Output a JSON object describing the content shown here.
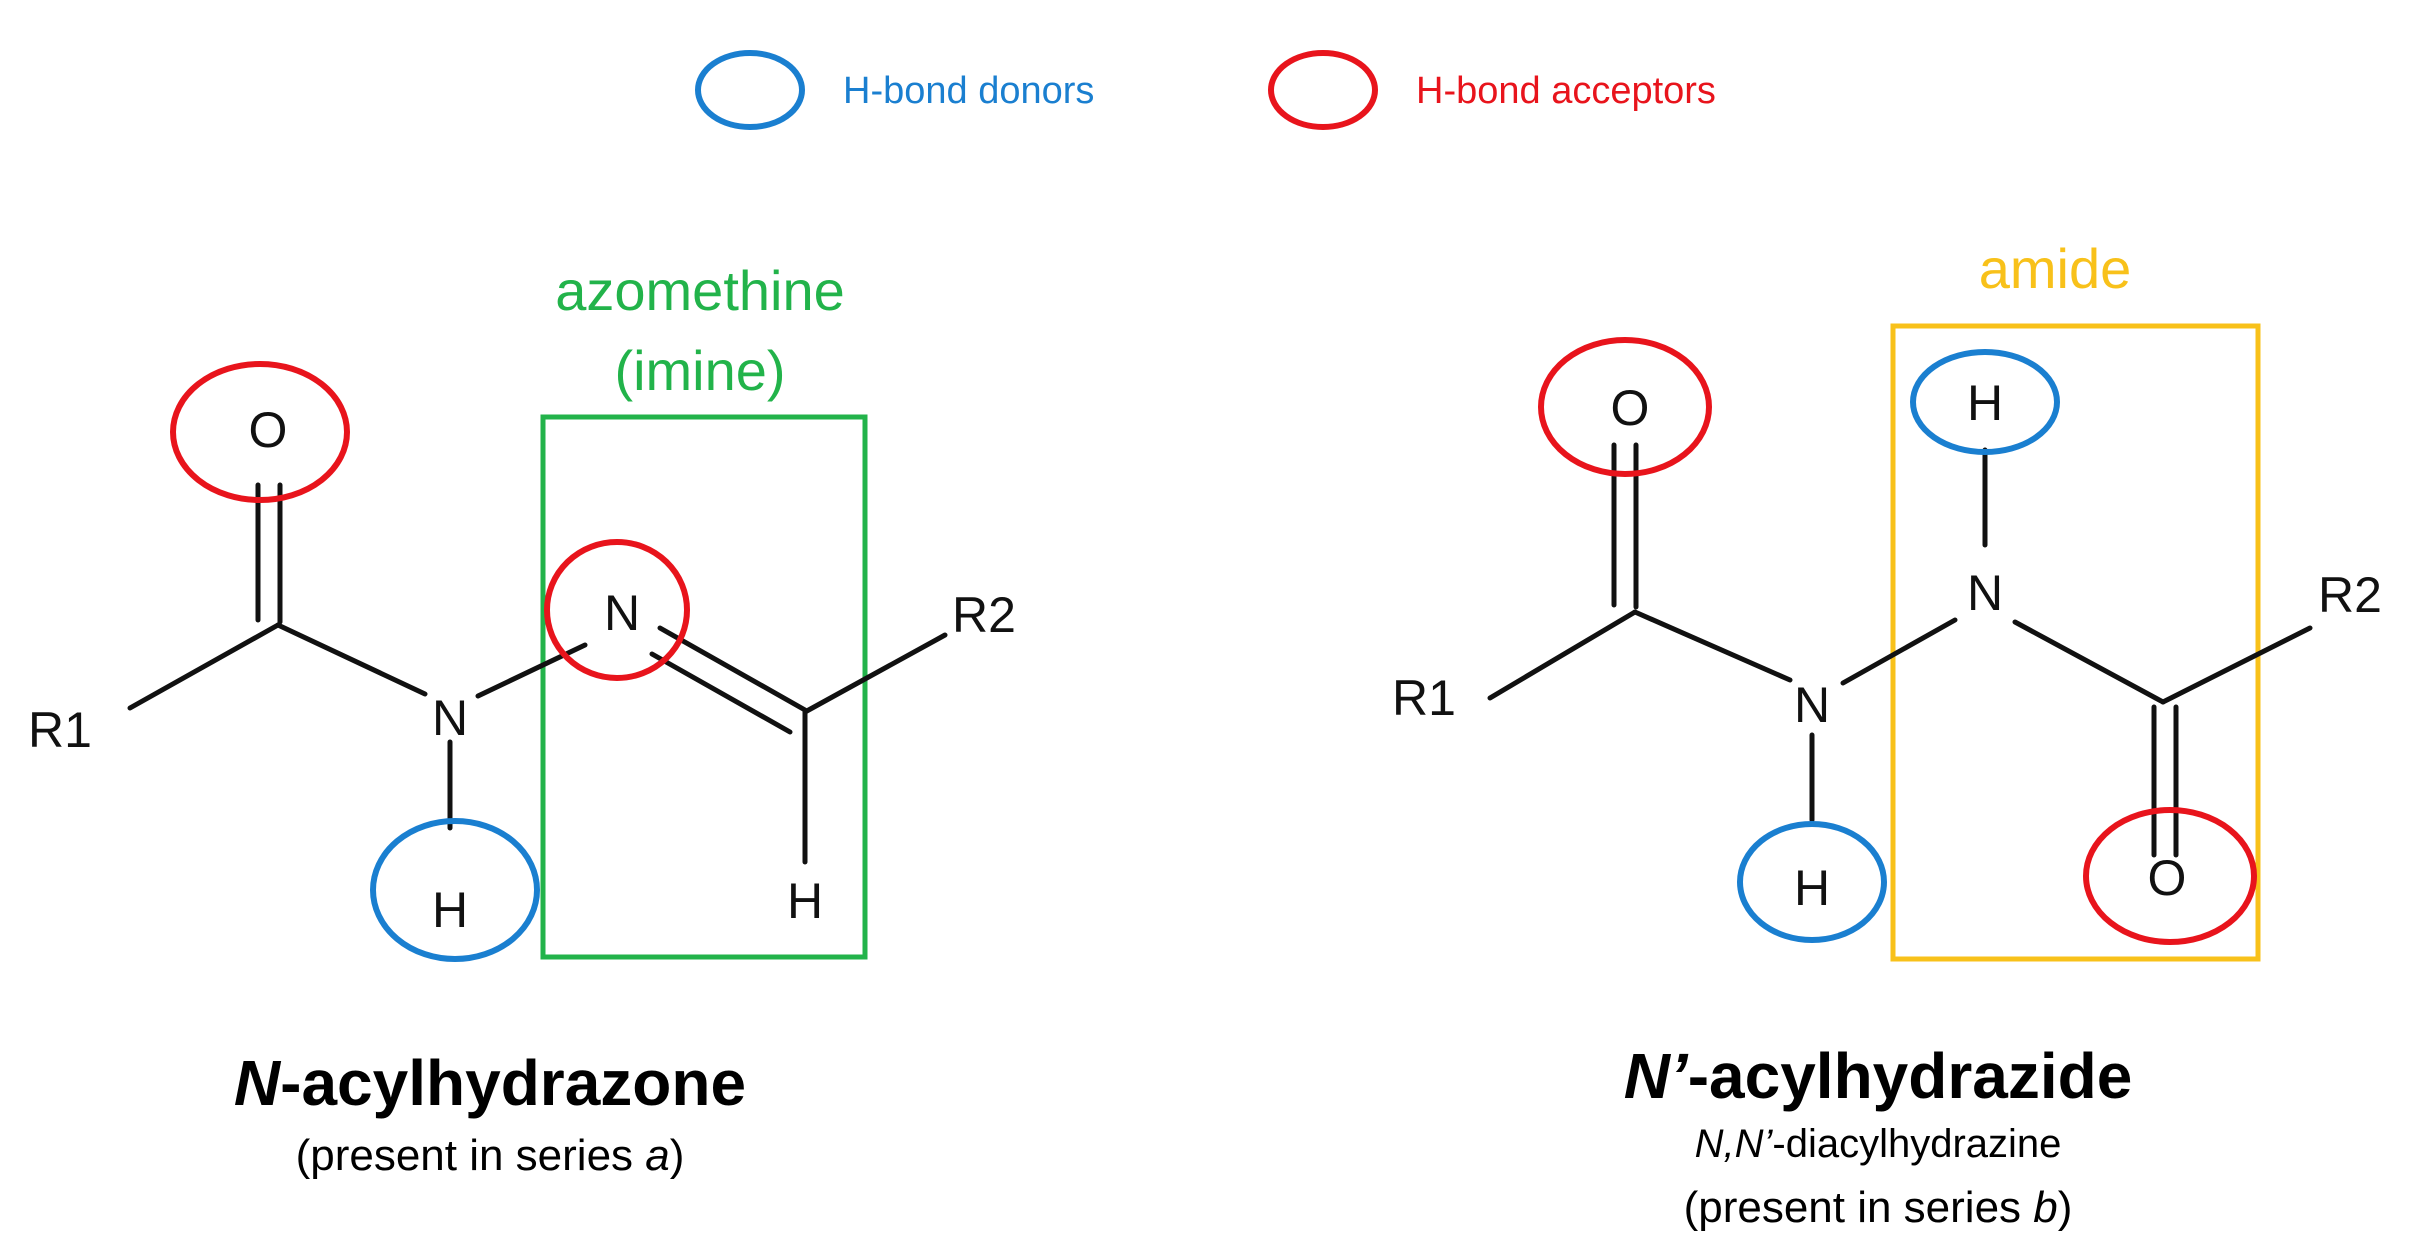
{
  "colors": {
    "donor": "#1a7fd0",
    "acceptor": "#e8141c",
    "imine_box": "#22b34a",
    "amide_box": "#f8c11a",
    "bond": "#111111"
  },
  "legend": {
    "donor_label": "H-bond donors",
    "acceptor_label": "H-bond acceptors"
  },
  "left": {
    "box_label_line1": "azomethine",
    "box_label_line2": "(imine)",
    "atoms": {
      "r1": "R1",
      "o": "O",
      "n1": "N",
      "h1": "H",
      "n2": "N",
      "h2": "H",
      "r2": "R2"
    },
    "title_italic": "N",
    "title_rest": "-acylhydrazone",
    "subtitle_prefix": "(present in series ",
    "subtitle_italic": "a",
    "subtitle_suffix": ")"
  },
  "right": {
    "box_label": "amide",
    "atoms": {
      "r1": "R1",
      "o1": "O",
      "n1": "N",
      "h1": "H",
      "n2": "N",
      "h2": "H",
      "r2": "R2",
      "o2": "O"
    },
    "title_italic": "N’",
    "title_rest": "-acylhydrazide",
    "alt_name_italic": "N,N’",
    "alt_name_rest": "-diacylhydrazine",
    "subtitle_prefix": "(present in series ",
    "subtitle_italic": "b",
    "subtitle_suffix": ")"
  }
}
